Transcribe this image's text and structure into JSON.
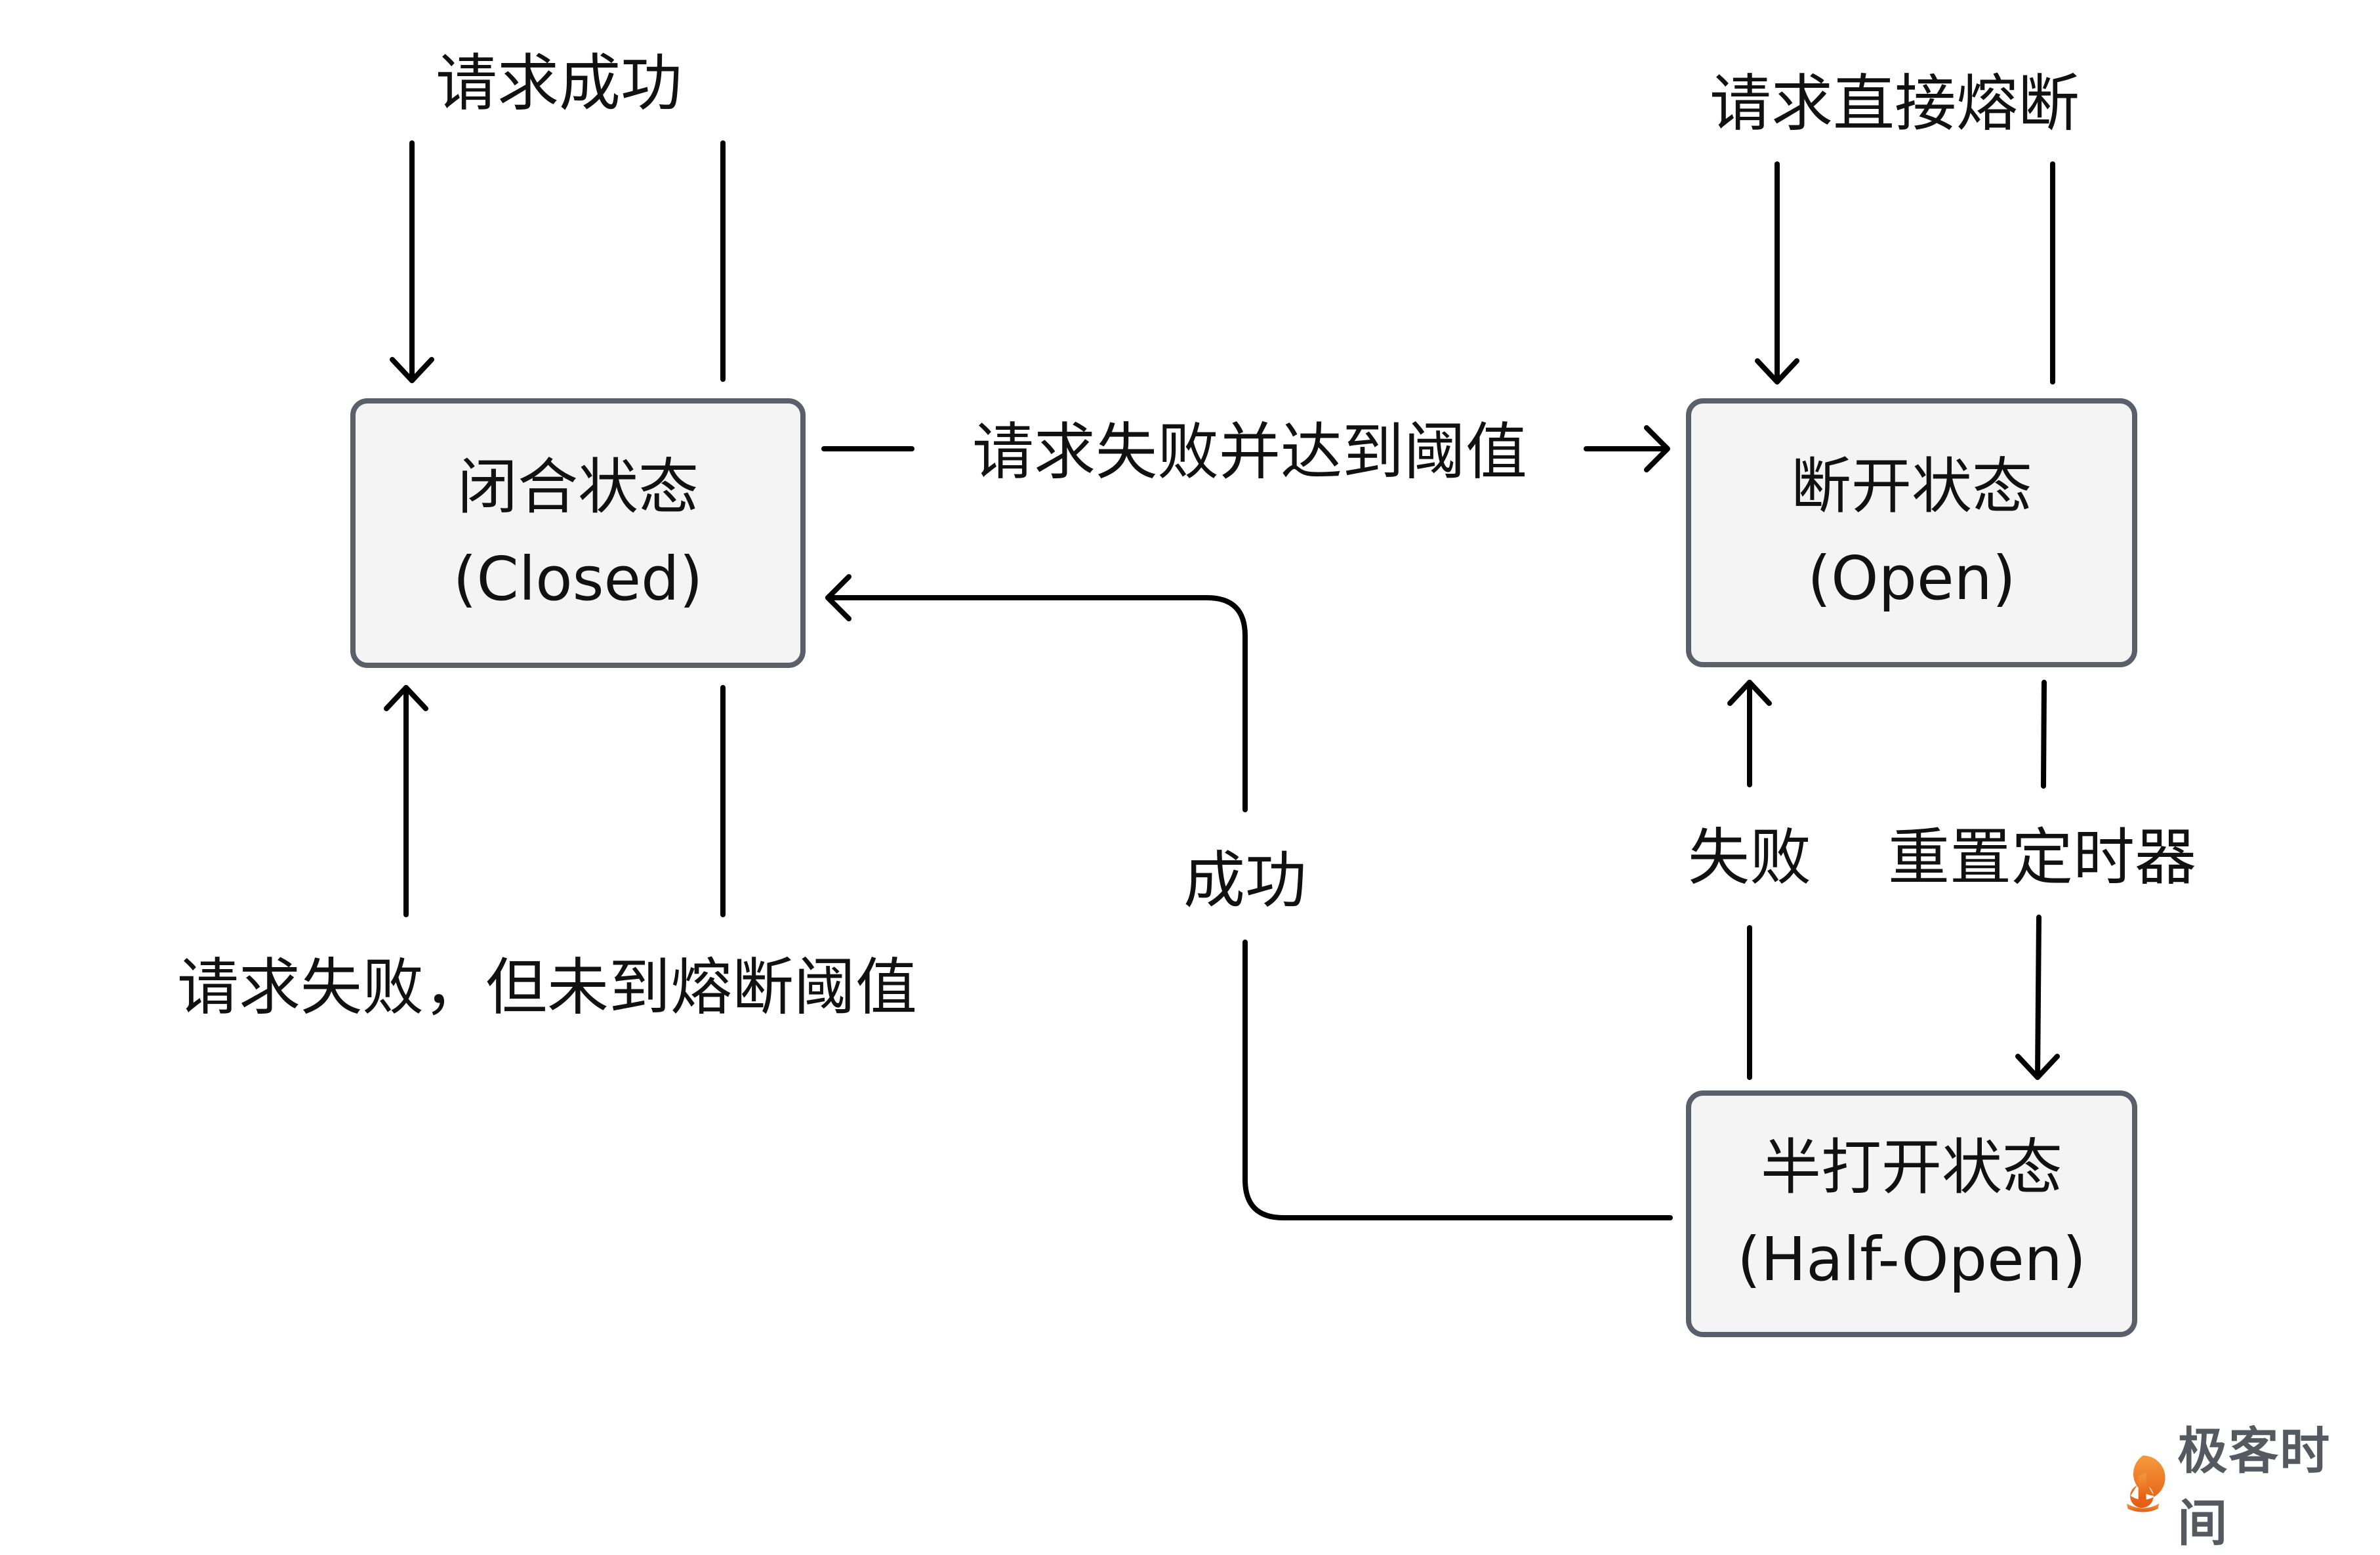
{
  "states": {
    "closed": {
      "zh": "闭合状态",
      "en": "(Closed)"
    },
    "open": {
      "zh": "断开状态",
      "en": "(Open)"
    },
    "half_open": {
      "zh": "半打开状态",
      "en": "(Half-Open)"
    }
  },
  "transitions": {
    "closed_success_loop": "请求成功",
    "closed_fail_below_threshold_loop": "请求失败，但未到熔断阈值",
    "closed_to_open": "请求失败并达到阈值",
    "open_direct_trip_loop": "请求直接熔断",
    "half_open_to_open": "失败",
    "open_to_half_open": "重置定时器",
    "half_open_to_closed": "成功"
  },
  "colors": {
    "box_fill": "#f4f4f4",
    "box_border": "#5a6069",
    "line": "#000000",
    "logo_orange": "#ee6a1c",
    "logo_text": "#555a60"
  },
  "logo": {
    "text": "极客时间"
  }
}
